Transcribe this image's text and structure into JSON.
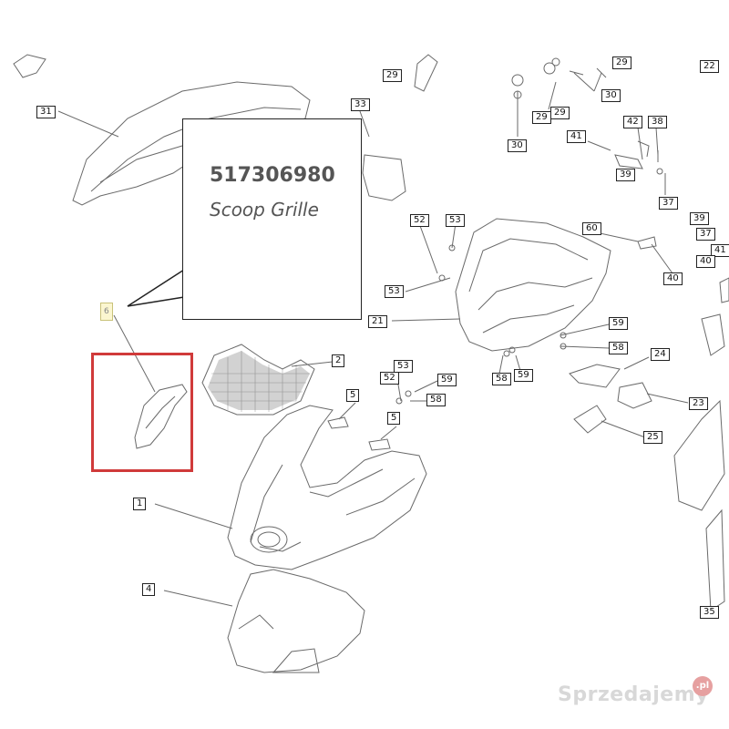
{
  "callout": {
    "part_number": "517306980",
    "part_name": "Scoop Grille"
  },
  "labels": {
    "l31": "31",
    "l33": "33",
    "l29a": "29",
    "l29b": "29",
    "l29c": "29",
    "l29d": "29",
    "l30a": "30",
    "l30b": "30",
    "l22": "22",
    "l42": "42",
    "l38": "38",
    "l41a": "41",
    "l39a": "39",
    "l37a": "37",
    "l39b": "39",
    "l37b": "37",
    "l41b": "41",
    "l40a": "40",
    "l52a": "52",
    "l53a": "53",
    "l60": "60",
    "l40b": "40",
    "l53b": "53",
    "l21": "21",
    "l59a": "59",
    "l58a": "58",
    "l24": "24",
    "l23": "23",
    "l25": "25",
    "l58b": "58",
    "l59b": "59",
    "l6": "6",
    "l2": "2",
    "l53c": "53",
    "l52b": "52",
    "l59c": "59",
    "l5a": "5",
    "l58c": "58",
    "l5b": "5",
    "l1": "1",
    "l4": "4",
    "l35": "35"
  },
  "watermark": {
    "text": "Sprzedajemy",
    "badge": ".pl"
  },
  "colors": {
    "highlight": "#d03a3a",
    "label_highlight_bg": "#fbf6d0",
    "line_art": "#6a6a6a"
  }
}
